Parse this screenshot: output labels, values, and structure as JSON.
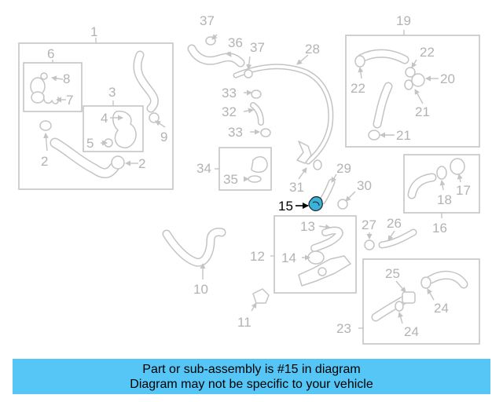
{
  "diagram": {
    "callouts": [
      "1",
      "2",
      "2",
      "3",
      "4",
      "5",
      "6",
      "7",
      "8",
      "9",
      "10",
      "11",
      "12",
      "13",
      "14",
      "15",
      "16",
      "17",
      "18",
      "19",
      "20",
      "21",
      "21",
      "22",
      "22",
      "23",
      "24",
      "24",
      "25",
      "26",
      "27",
      "28",
      "29",
      "30",
      "31",
      "32",
      "33",
      "33",
      "34",
      "35",
      "36",
      "37",
      "37"
    ],
    "highlighted_callout": "15",
    "highlight_color": "#3bb3d8"
  },
  "footer": {
    "line1": "Part or sub-assembly is #15 in diagram",
    "line2": "Diagram may not be specific to your vehicle",
    "background": "#55c6f5"
  }
}
